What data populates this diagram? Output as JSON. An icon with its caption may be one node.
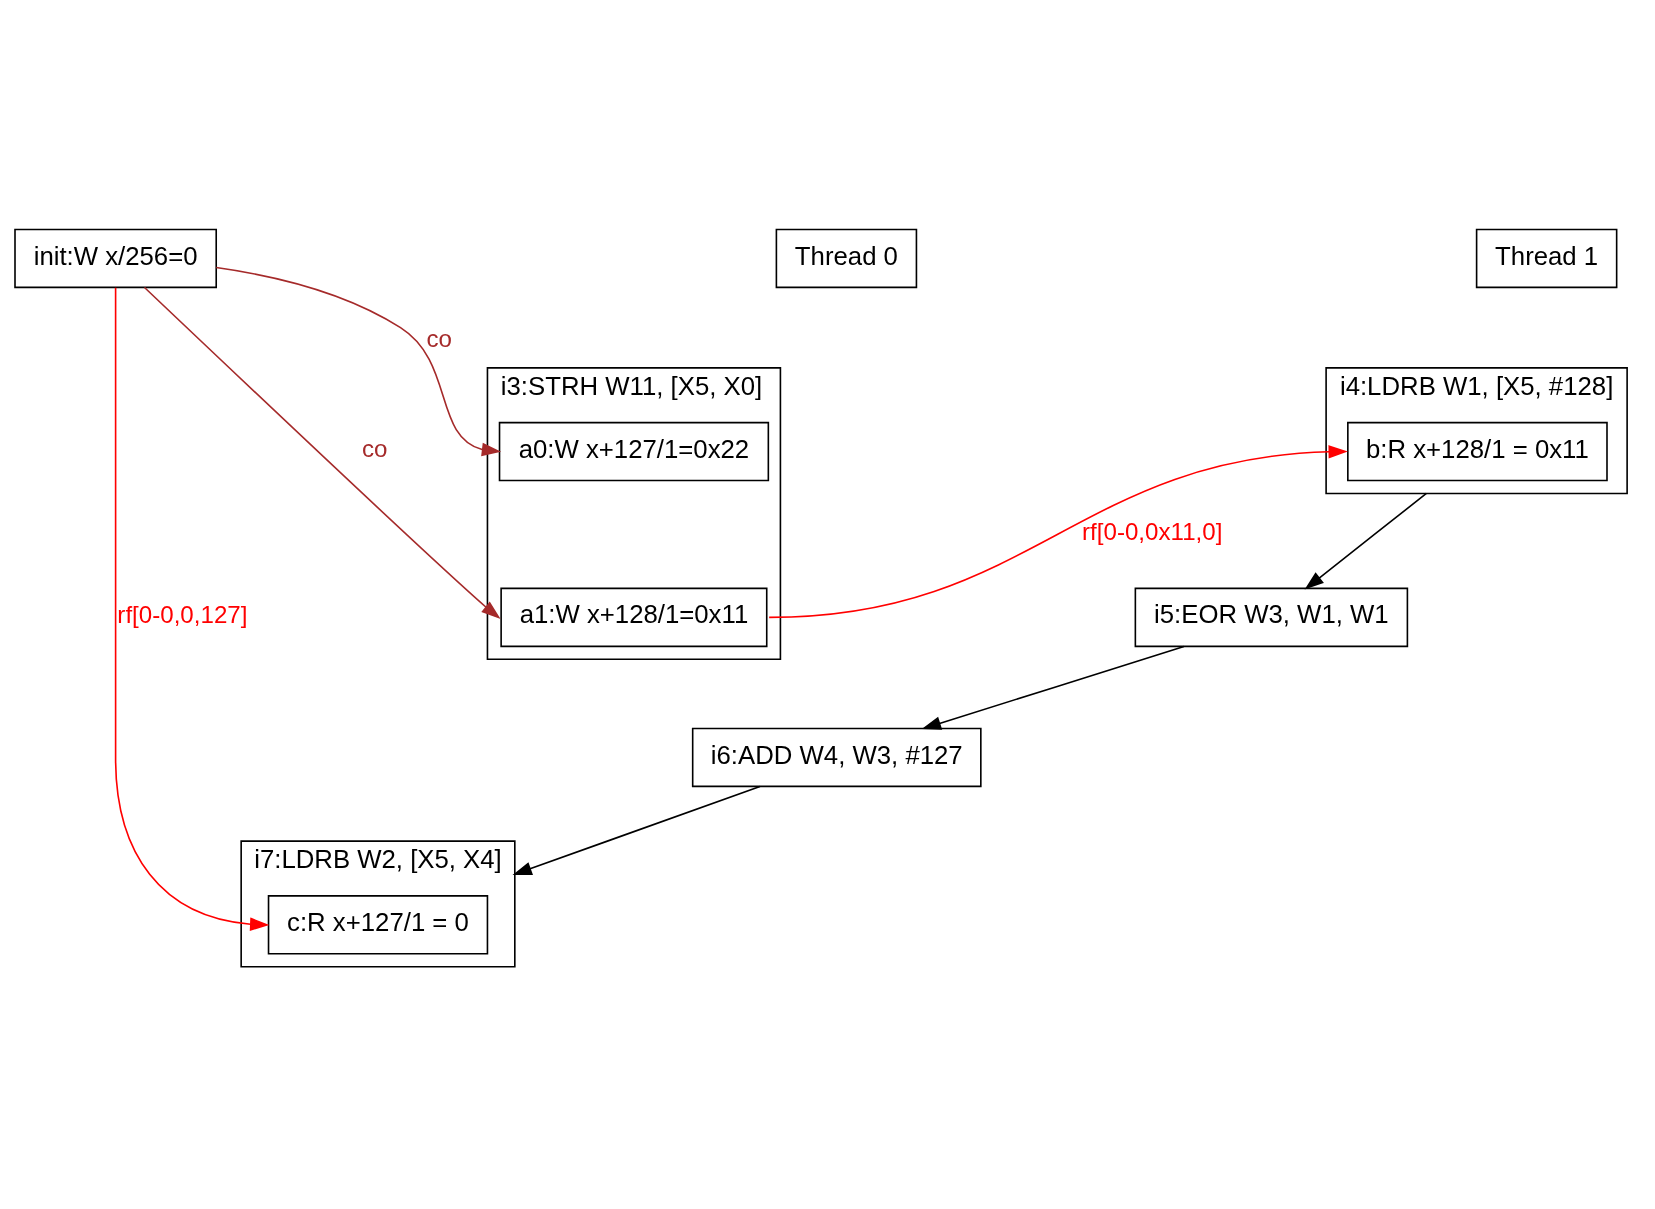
{
  "diagram": {
    "nodes": [
      {
        "text": [
          "init:W x/256=0"
        ]
      },
      {
        "text": [
          "Thread 0"
        ]
      },
      {
        "text": [
          "Thread 1"
        ]
      },
      {
        "text": [
          "i3:STRH W11, [X5, X0]"
        ]
      },
      {
        "text": [
          "a0:W x+127/1=0x22"
        ],
        "in": 3
      },
      {
        "text": [
          "a1:W x+128/1=0x11"
        ],
        "in": 3
      },
      {
        "text": [
          "i4:LDRB W1, [X5, #128]"
        ]
      },
      {
        "text": [
          "b:R x+128/1 = 0x11"
        ],
        "in": 6
      },
      {
        "text": [
          "i5:EOR W3, W1, W1"
        ]
      },
      {
        "text": [
          "i6:ADD W4, W3, #127"
        ]
      },
      {
        "text": [
          "i7:LDRB W2, [X5, X4]"
        ]
      },
      {
        "text": [
          "c:R x+127/1 = 0"
        ],
        "in": 10
      }
    ],
    "edges": [
      {
        "from": 0,
        "to": 4,
        "arrow": "to",
        "label": "co",
        "color": "#a52a2a"
      },
      {
        "from": 0,
        "to": 5,
        "arrow": "to",
        "label": "co",
        "color": "#a52a2a"
      },
      {
        "from": 5,
        "to": 7,
        "arrow": "to",
        "label": "rf[0-0,0x11,0]",
        "color": "#ff0000"
      },
      {
        "from": 0,
        "to": 11,
        "arrow": "to",
        "label": "rf[0-0,0,127]",
        "color": "#ff0000"
      },
      {
        "from": 6,
        "to": 8,
        "arrow": "to"
      },
      {
        "from": 8,
        "to": 9,
        "arrow": "to"
      },
      {
        "from": 9,
        "to": 10,
        "arrow": "to"
      }
    ]
  }
}
